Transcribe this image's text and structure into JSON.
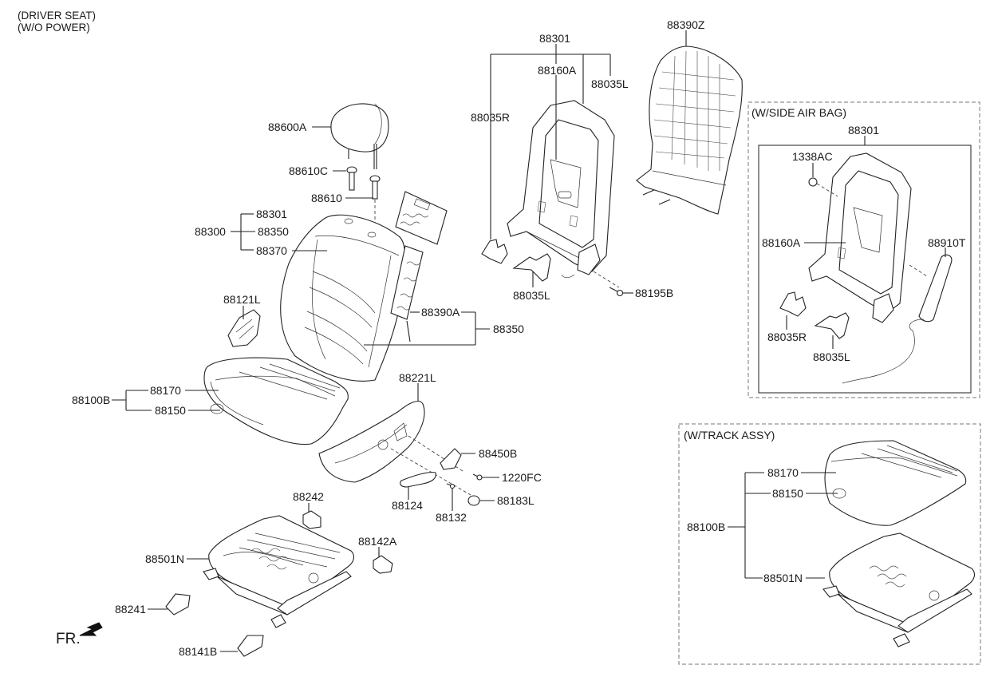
{
  "header": {
    "line1": "(DRIVER SEAT)",
    "line2": "(W/O POWER)"
  },
  "groups": {
    "side_air_bag": "(W/SIDE AIR BAG)",
    "track_assy": "(W/TRACK ASSY)"
  },
  "direction": {
    "label": "FR.",
    "icon": "front-arrow-icon"
  },
  "labels": {
    "headrest": "88600A",
    "headrest_guide_c": "88610C",
    "headrest_guide": "88610",
    "back_assy": "88300",
    "back_assy_frame": "88301",
    "back_assy_pad": "88350",
    "back_assy_cover": "88370",
    "side_shield_cover": "88121L",
    "lumbar_support": "88390A",
    "back_pad_group": "88350",
    "cushion_assy": "88100B",
    "cushion_cover": "88170",
    "cushion_pad": "88150",
    "side_shield": "88221L",
    "lever_knob": "88450B",
    "screw": "1220FC",
    "recline_lever": "88124",
    "lever_screw": "88132",
    "cap": "88183L",
    "cover_88242": "88242",
    "cover_88142A": "88142A",
    "track_88501N": "88501N",
    "cover_88241": "88241",
    "cover_88141B": "88141B",
    "frame_top": "88301",
    "frame_88160A": "88160A",
    "frame_88035L_top": "88035L",
    "frame_88035R": "88035R",
    "frame_88035L_bottom": "88035L",
    "bolt_88195B": "88195B",
    "back_board": "88390Z",
    "sab_frame": "88301",
    "sab_nut": "1338AC",
    "sab_88160A": "88160A",
    "sab_airbag": "88910T",
    "sab_88035R": "88035R",
    "sab_88035L": "88035L",
    "ta_cushion_assy": "88100B",
    "ta_cushion_cover": "88170",
    "ta_cushion_pad": "88150",
    "ta_track": "88501N"
  }
}
